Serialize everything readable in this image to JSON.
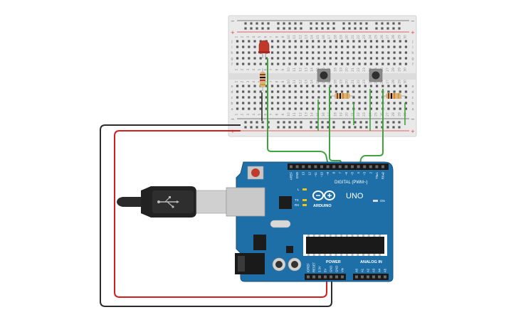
{
  "breadboard": {
    "rail_plus": "+",
    "rail_minus": "−",
    "top_row_letters": [
      "j",
      "i",
      "h",
      "g",
      "f"
    ],
    "bottom_row_letters": [
      "e",
      "d",
      "c",
      "b",
      "a"
    ],
    "column_numbers": [
      "1",
      "2",
      "3",
      "4",
      "5",
      "6",
      "7",
      "8",
      "9",
      "10",
      "11",
      "12",
      "13",
      "14",
      "15",
      "16",
      "17",
      "18",
      "19",
      "20",
      "21",
      "22",
      "23",
      "24",
      "25",
      "26",
      "27",
      "28",
      "29",
      "30"
    ]
  },
  "arduino": {
    "board_name": "UNO",
    "brand": "ARDUINO",
    "digital_header": "DIGITAL (PWM~)",
    "power_header": "POWER",
    "analog_header": "ANALOG IN",
    "digital_pins": [
      "AREF",
      "GND",
      "13",
      "12",
      "~11",
      "~10",
      "~9",
      "8",
      "7",
      "~6",
      "~5",
      "4",
      "~3",
      "2",
      "TX▸1",
      "RX◂0"
    ],
    "power_pins": [
      "IOREF",
      "RESET",
      "3.3V",
      "5V",
      "GND",
      "GND",
      "Vin"
    ],
    "analog_pins": [
      "A0",
      "A1",
      "A2",
      "A3",
      "A4",
      "A5"
    ],
    "led_labels": {
      "l": "L",
      "tx": "TX",
      "rx": "RX",
      "on": "ON"
    }
  },
  "colors": {
    "board_blue": "#1e6fa8",
    "board_dark": "#15507c",
    "breadboard": "#e6e6e6",
    "wire_green": "#3fa33f",
    "wire_red": "#d21e1e",
    "wire_black": "#2b2b2b",
    "led_red": "#c0392b"
  }
}
